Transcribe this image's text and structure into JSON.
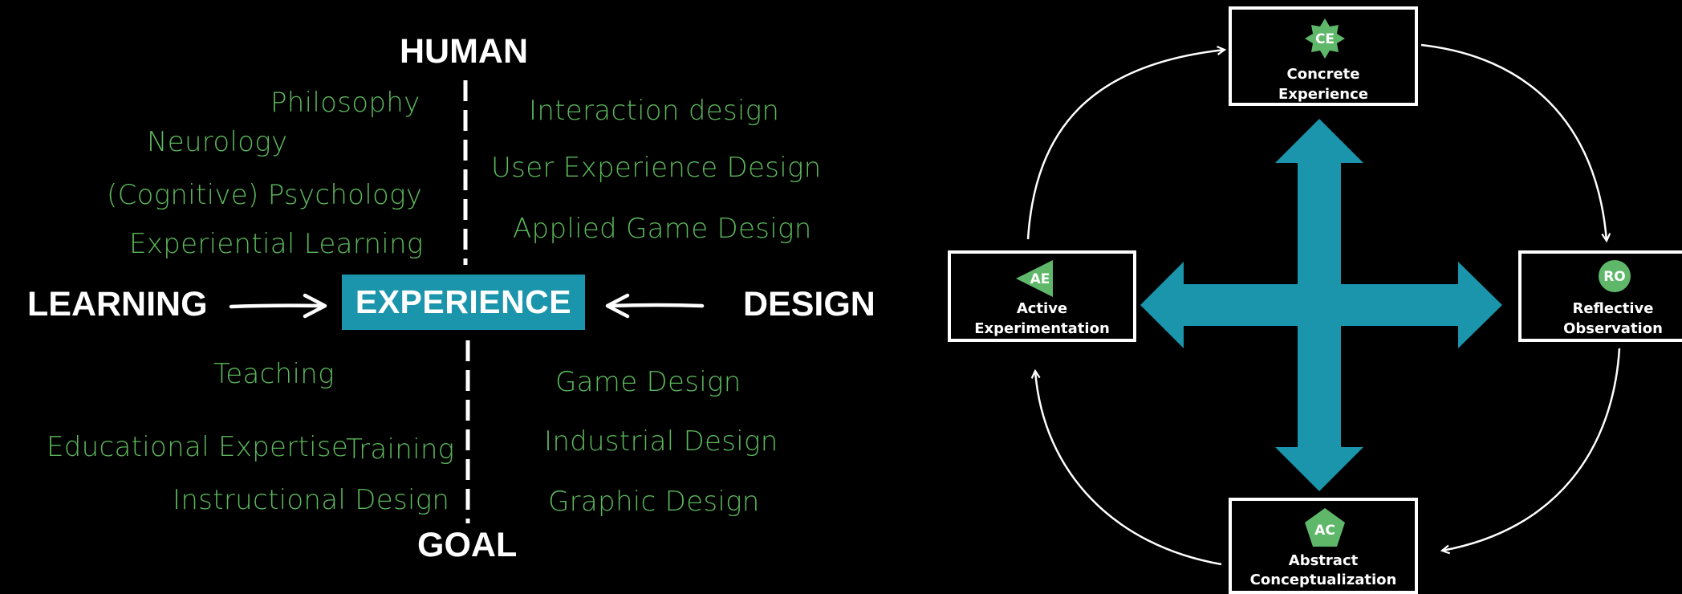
{
  "left": {
    "center": "EXPERIENCE",
    "top": "HUMAN",
    "bottom": "GOAL",
    "left": "LEARNING",
    "right": "DESIGN",
    "top_left": [
      "Philosophy",
      "Neurology",
      "(Cognitive) Psychology",
      "Experiential Learning"
    ],
    "top_right": [
      "Interaction design",
      "User Experience Design",
      "Applied Game Design"
    ],
    "bottom_left": [
      "Teaching",
      "Educational Expertise",
      "Training",
      "Instructional Design"
    ],
    "bottom_right": [
      "Game Design",
      "Industrial Design",
      "Graphic Design"
    ]
  },
  "cycle": {
    "ce": {
      "badge": "CE",
      "line1": "Concrete",
      "line2": "Experience"
    },
    "ro": {
      "badge": "RO",
      "line1": "Reflective",
      "line2": "Observation"
    },
    "ac": {
      "badge": "AC",
      "line1": "Abstract",
      "line2": "Conceptualization"
    },
    "ae": {
      "badge": "AE",
      "line1": "Active",
      "line2": "Experimentation"
    }
  },
  "colors": {
    "accent": "#1a95ab",
    "green": "#5cb85c",
    "badge": "#5fb86a",
    "background": "#000000"
  }
}
